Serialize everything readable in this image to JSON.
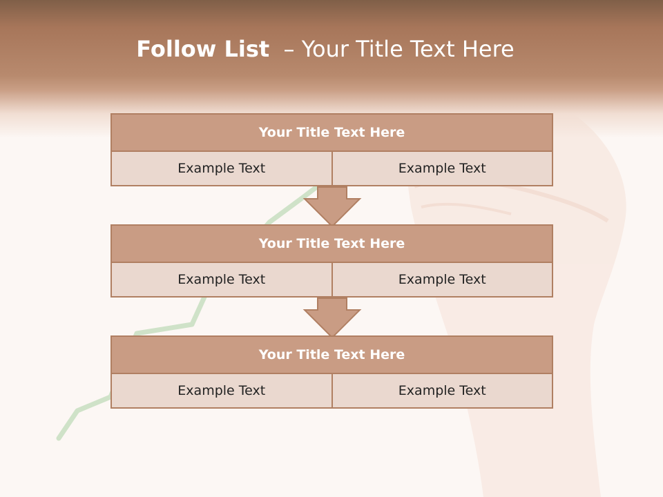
{
  "slide": {
    "title_bold": "Follow List",
    "title_rest": "– Your Title Text Here"
  },
  "steps": [
    {
      "title": "Your Title Text Here",
      "left": "Example Text",
      "right": "Example Text"
    },
    {
      "title": "Your Title Text Here",
      "left": "Example Text",
      "right": "Example Text"
    },
    {
      "title": "Your Title Text Here",
      "left": "Example Text",
      "right": "Example Text"
    }
  ],
  "colors": {
    "header": "#b88a6e",
    "box_head": "#c99c84",
    "box_cell": "#ead8cf",
    "box_border": "#b07f62",
    "trend_line": "#cfe2c8"
  }
}
